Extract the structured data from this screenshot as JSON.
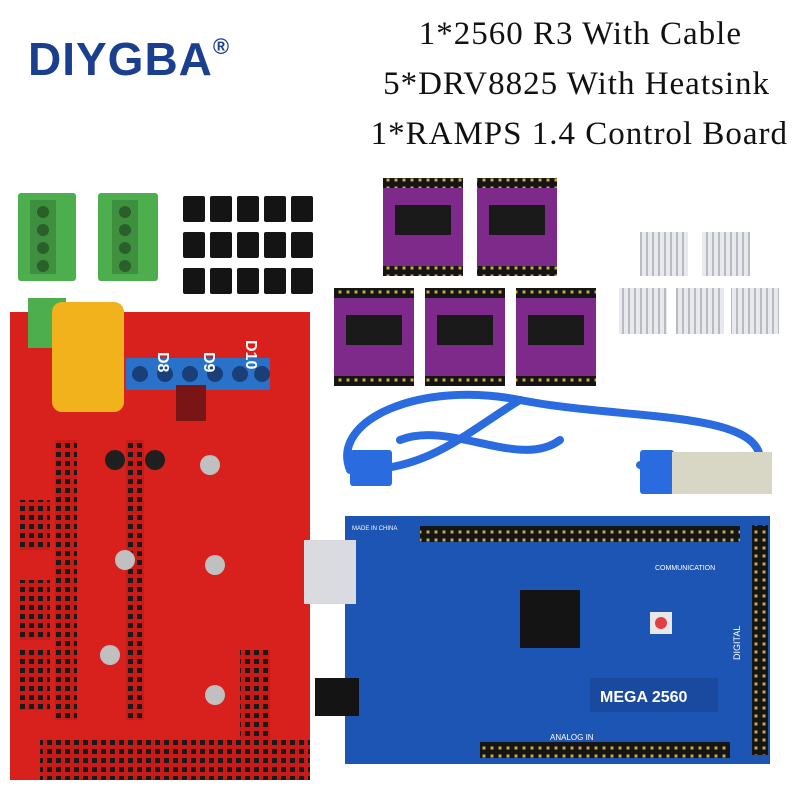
{
  "brand": {
    "name": "DIYGBA",
    "mark": "®"
  },
  "specs": [
    "1*2560 R3 With Cable",
    "5*DRV8825 With Heatsink",
    "1*RAMPS 1.4 Control Board"
  ],
  "board_labels": {
    "mega_label": "MEGA 2560",
    "analog_label": "ANALOG IN",
    "digital_label": "DIGITAL",
    "communication_label": "COMMUNICATION",
    "made_in": "MADE IN CHINA",
    "ramps_d8": "D8",
    "ramps_d9": "D9",
    "ramps_d10": "D10"
  },
  "colors": {
    "brand": "#1b3f8f",
    "ramps_red": "#d8201c",
    "mega_blue": "#1d55b5",
    "driver_purple": "#7d2a8a",
    "terminal_green": "#4cae4c",
    "fuse_yellow": "#f2b21b",
    "heatsink_silver": "#d9dbe0",
    "cable_blue": "#2a6be0"
  }
}
